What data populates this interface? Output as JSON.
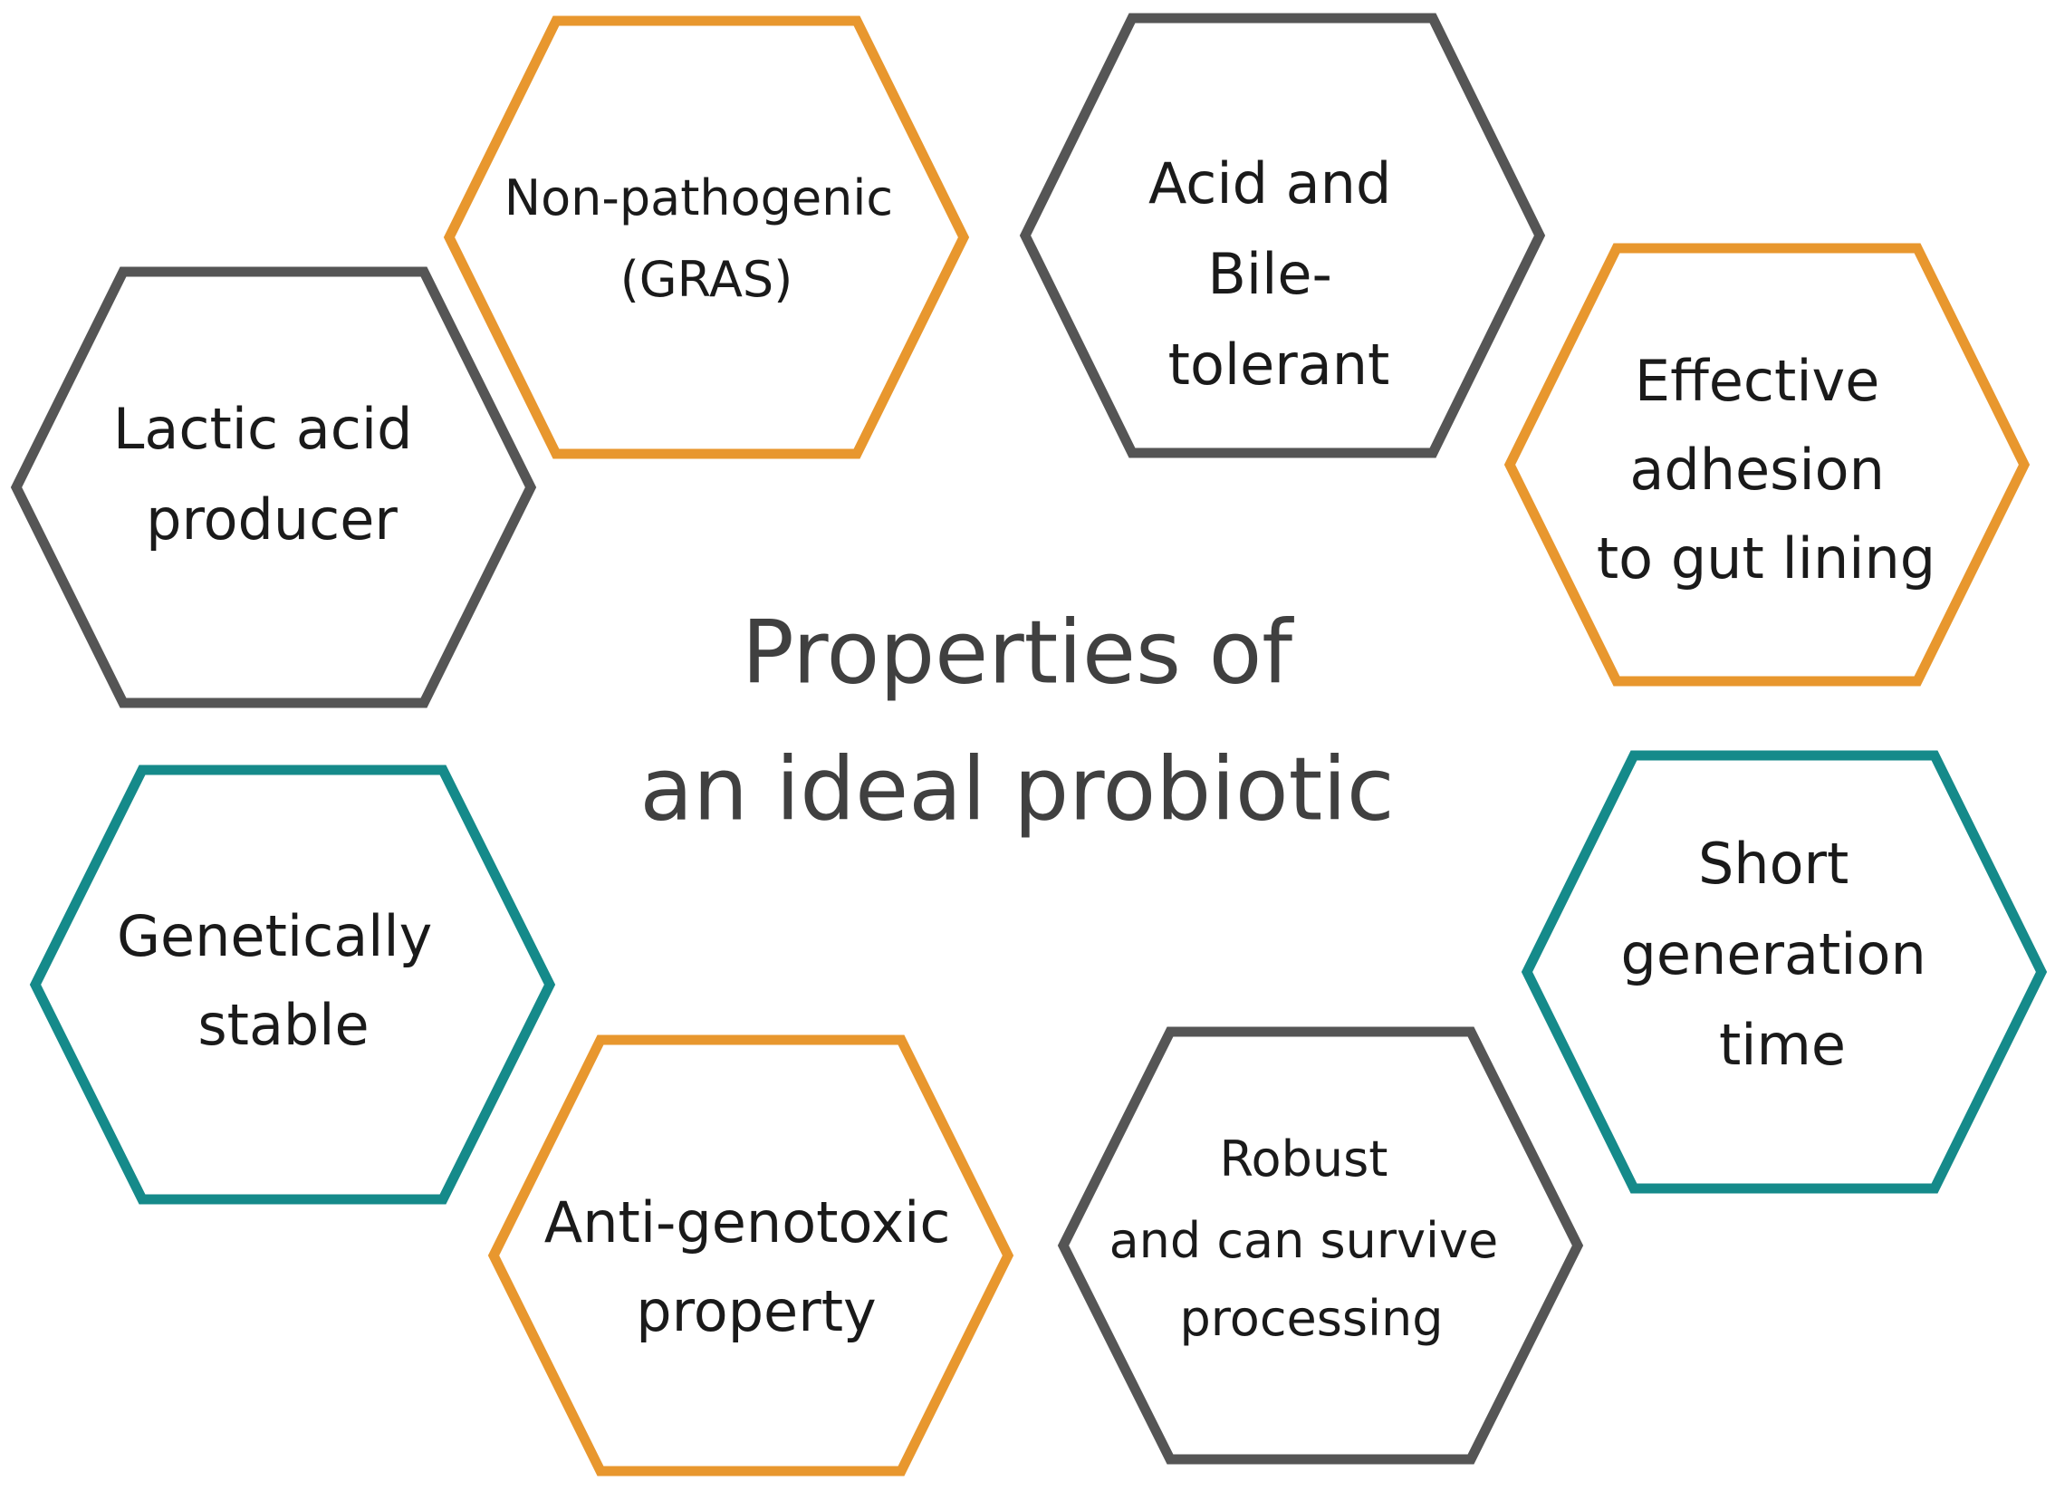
{
  "colors": {
    "gray": "#555555",
    "orange": "#E8972E",
    "teal": "#158A8A"
  },
  "center_title": {
    "line1": "Properties of",
    "line2": "an ideal probiotic"
  },
  "hexagons": [
    {
      "id": "non-pathogenic",
      "color": "orange",
      "lines": [
        "Non-pathogenic",
        "(GRAS)"
      ]
    },
    {
      "id": "acid-bile-tolerant",
      "color": "gray",
      "lines": [
        "Acid and",
        "Bile-",
        "tolerant"
      ]
    },
    {
      "id": "lactic-acid-producer",
      "color": "gray",
      "lines": [
        "Lactic acid",
        "producer"
      ]
    },
    {
      "id": "effective-adhesion",
      "color": "orange",
      "lines": [
        "Effective",
        "adhesion",
        "to gut lining"
      ]
    },
    {
      "id": "genetically-stable",
      "color": "teal",
      "lines": [
        "Genetically",
        "stable"
      ]
    },
    {
      "id": "short-generation-time",
      "color": "teal",
      "lines": [
        "Short",
        "generation",
        "time"
      ]
    },
    {
      "id": "anti-genotoxic",
      "color": "orange",
      "lines": [
        "Anti-genotoxic",
        "property"
      ]
    },
    {
      "id": "robust-processing",
      "color": "gray",
      "lines": [
        "Robust",
        "and can survive",
        "processing"
      ]
    }
  ]
}
